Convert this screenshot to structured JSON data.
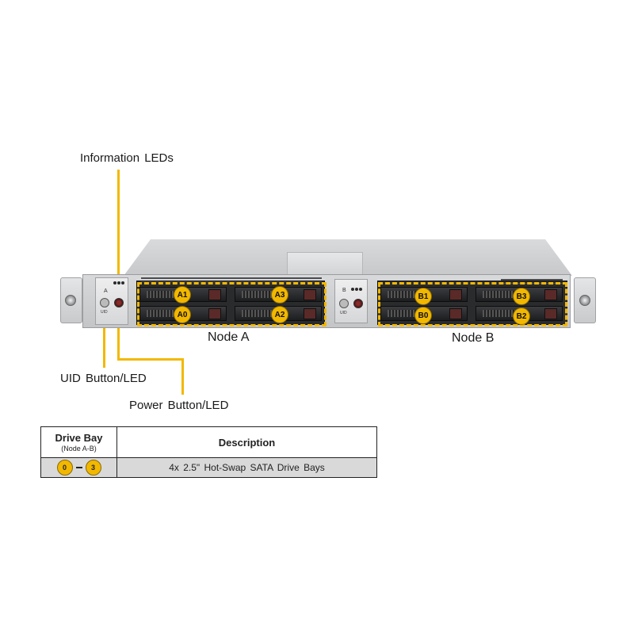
{
  "callouts": {
    "information_leds": "Information  LEDs",
    "uid_button": "UID  Button/LED",
    "power_button": "Power  Button/LED"
  },
  "nodes": {
    "node_a": "Node A",
    "node_b": "Node B"
  },
  "panels": {
    "a": {
      "letter": "A",
      "uid_text": "UID"
    },
    "b": {
      "letter": "B",
      "uid_text": "UID"
    }
  },
  "drive_badges": {
    "node_a": {
      "top_left": "A1",
      "bottom_left": "A0",
      "top_right": "A3",
      "bottom_right": "A2"
    },
    "node_b": {
      "top_left": "B1",
      "bottom_left": "B0",
      "top_right": "B3",
      "bottom_right": "B2"
    }
  },
  "table": {
    "header_bay": "Drive Bay",
    "header_bay_sub": "(Node A-B)",
    "header_desc": "Description",
    "row": {
      "from": "0",
      "to": "3",
      "description": "4x 2.5\" Hot-Swap  SATA Drive  Bays"
    }
  },
  "colors": {
    "accent": "#f2b800",
    "table_row": "#d9d9d9"
  }
}
